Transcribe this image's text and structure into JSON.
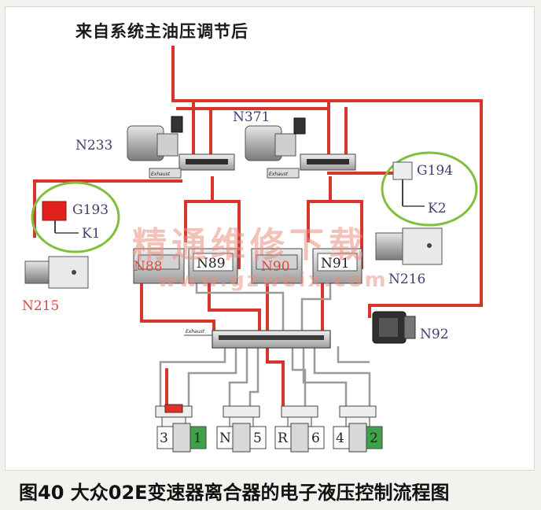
{
  "title": "来自系统主油压调节后",
  "caption": "图40 大众02E变速器离合器的电子液压控制流程图",
  "labels": {
    "N233": "N233",
    "N371": "N371",
    "G194": "G194",
    "G193": "G193",
    "K1": "K1",
    "K2": "K2",
    "N215": "N215",
    "N88": "N88",
    "N89": "N89",
    "N90": "N90",
    "N91": "N91",
    "N216": "N216",
    "N92": "N92"
  },
  "exhaust_label": "Exhaust",
  "gear_slots": [
    {
      "left": "3",
      "right": "1",
      "highlight": "right"
    },
    {
      "left": "N",
      "right": "5",
      "highlight": "none"
    },
    {
      "left": "R",
      "right": "6",
      "highlight": "none"
    },
    {
      "left": "4",
      "right": "2",
      "highlight": "right"
    }
  ],
  "watermark": {
    "chinese": "精通维修下载",
    "url": "www.gzweix.com"
  },
  "colors": {
    "pressure_line": "#d9342b",
    "return_line": "#9a9a9a",
    "sensor_circle": "#7fbf3a",
    "gear_highlight": "#3fa14a",
    "watermark": "#e88f7f"
  }
}
